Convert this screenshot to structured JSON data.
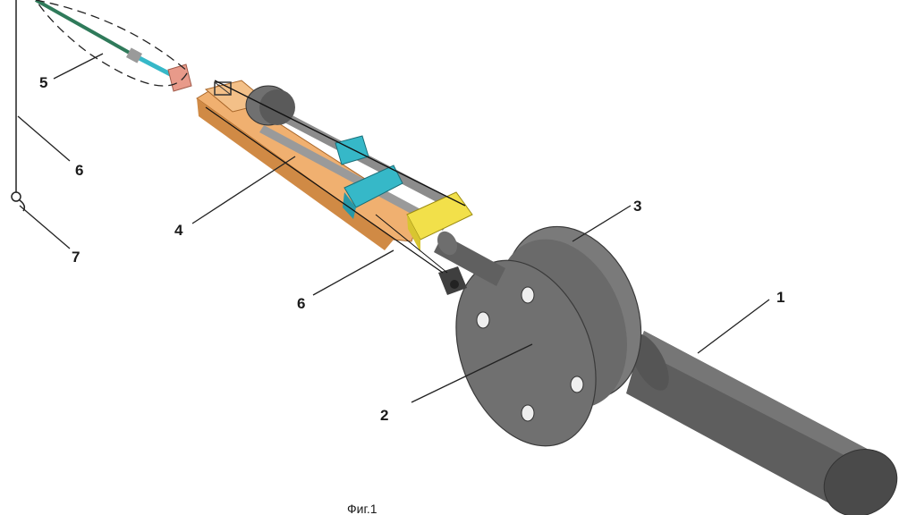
{
  "figure": {
    "caption": "Фиг.1",
    "labels": [
      {
        "id": "1",
        "text": "1"
      },
      {
        "id": "2",
        "text": "2"
      },
      {
        "id": "3",
        "text": "3"
      },
      {
        "id": "4",
        "text": "4"
      },
      {
        "id": "5",
        "text": "5"
      },
      {
        "id": "6a",
        "text": "6"
      },
      {
        "id": "6b",
        "text": "6"
      },
      {
        "id": "7",
        "text": "7"
      }
    ],
    "colors": {
      "reel": "#6b6b6b",
      "reel_dark": "#4e4e4e",
      "reel_light": "#8a8a8a",
      "arm": "#f0b070",
      "arm_dark": "#d08a45",
      "clamp": "#36b8c8",
      "yellow_block": "#f2e04a",
      "rod": "#2f7a5a",
      "pink_sleeve": "#e89a8a"
    }
  }
}
